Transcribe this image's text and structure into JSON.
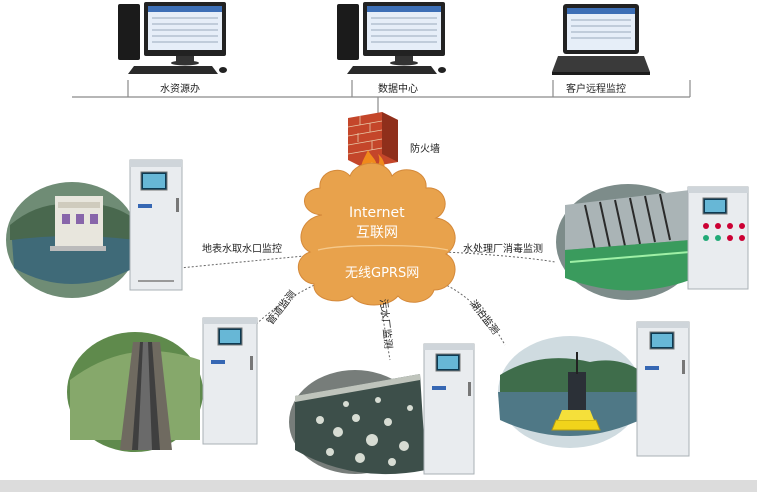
{
  "network": {
    "nodes": [
      {
        "label": "水资源办"
      },
      {
        "label": "数据中心"
      },
      {
        "label": "客户远程监控"
      }
    ],
    "firewall_label": "防火墙",
    "cloud": {
      "line1": "Internet",
      "line2": "互联网",
      "line3": "无线GPRS网"
    }
  },
  "sites": [
    {
      "label": "地表水取水口监控"
    },
    {
      "label": "水处理厂消毒监测"
    },
    {
      "label": "管道监测"
    },
    {
      "label": "污水厂监测"
    },
    {
      "label": "湖泊监测"
    }
  ],
  "colors": {
    "cloud": "#e8a24c",
    "firewall": "#c4462a",
    "cabinet": "#e9ecef",
    "line": "#8a8a8a"
  }
}
